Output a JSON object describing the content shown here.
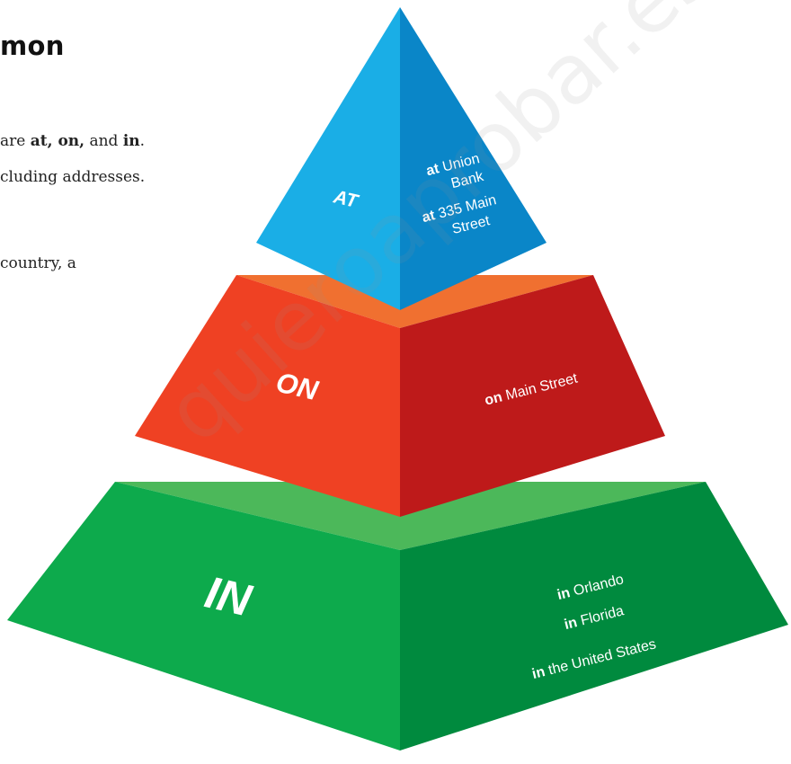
{
  "heading": "mon",
  "paragraphs": {
    "line1": {
      "prefix": "are ",
      "bold1": "at, on,",
      "middle": " and ",
      "bold2": "in",
      "suffix": "."
    },
    "line2": "cluding addresses.",
    "line3": "country, a"
  },
  "pyramid": {
    "tiers": [
      {
        "label": "AT",
        "examples": [
          {
            "kw": "at",
            "rest": " Union"
          },
          {
            "kw": "",
            "rest": "Bank"
          },
          {
            "kw": "at",
            "rest": " 335 Main"
          },
          {
            "kw": "",
            "rest": "Street"
          }
        ]
      },
      {
        "label": "ON",
        "examples": [
          {
            "kw": "on",
            "rest": " Main Street"
          }
        ]
      },
      {
        "label": "IN",
        "examples": [
          {
            "kw": "in",
            "rest": " Orlando"
          },
          {
            "kw": "in",
            "rest": " Florida"
          },
          {
            "kw": "in",
            "rest": " the United States"
          }
        ]
      }
    ],
    "colors": {
      "at_left": "#1aaee6",
      "at_right": "#0a86c8",
      "on_top": "#f07030",
      "on_left": "#ef4123",
      "on_right": "#be1a1a",
      "in_top": "#4cb85a",
      "in_left": "#0daa4c",
      "in_right": "#008a3e"
    }
  },
  "watermark": "quieroaprobar.es"
}
